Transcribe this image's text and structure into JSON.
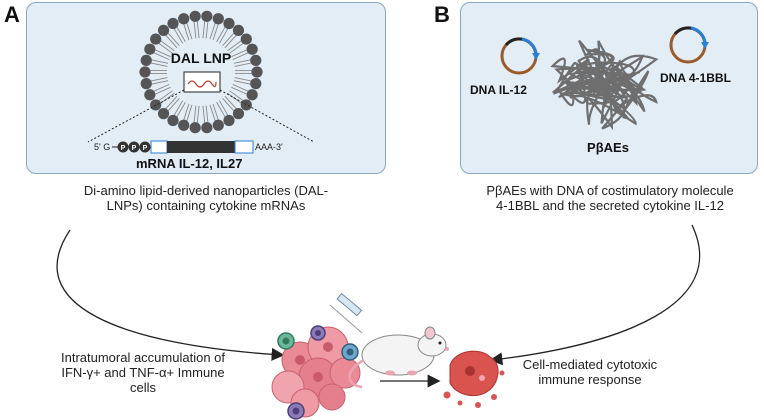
{
  "panel_a": {
    "letter": "A",
    "lnp_label": "DAL LNP",
    "five_prime": "5' G",
    "cap_letter": "P",
    "three_prime": "AAA-3'",
    "mrna_label": "mRNA  IL-12, IL27",
    "caption_line1": "Di-amino lipid-derived nanoparticles (DAL-",
    "caption_line2": "LNPs) containing cytokine mRNAs"
  },
  "panel_b": {
    "letter": "B",
    "plasmid_left_label": "DNA IL-12",
    "plasmid_right_label": "DNA 4-1BBL",
    "polymer_label": "PβAEs",
    "caption_line1": "PβAEs with DNA of costimulatory molecule",
    "caption_line2": "4-1BBL  and the secreted cytokine IL-12"
  },
  "bottom": {
    "left_line1": "Intratumoral accumulation of",
    "left_line2": "IFN-γ+ and TNF-α+ Immune",
    "left_line3": "cells",
    "right_line1": "Cell-mediated cytotoxic",
    "right_line2": "immune response"
  },
  "colors": {
    "panel_bg": "#e3edf6",
    "panel_border": "#8aa6c1",
    "lipid_head": "#555555",
    "plasmid_brown": "#9a5a2a",
    "plasmid_blue": "#2a7fd4",
    "tumor_pink": "#e98a96",
    "dead_cell_red": "#d9534f"
  }
}
